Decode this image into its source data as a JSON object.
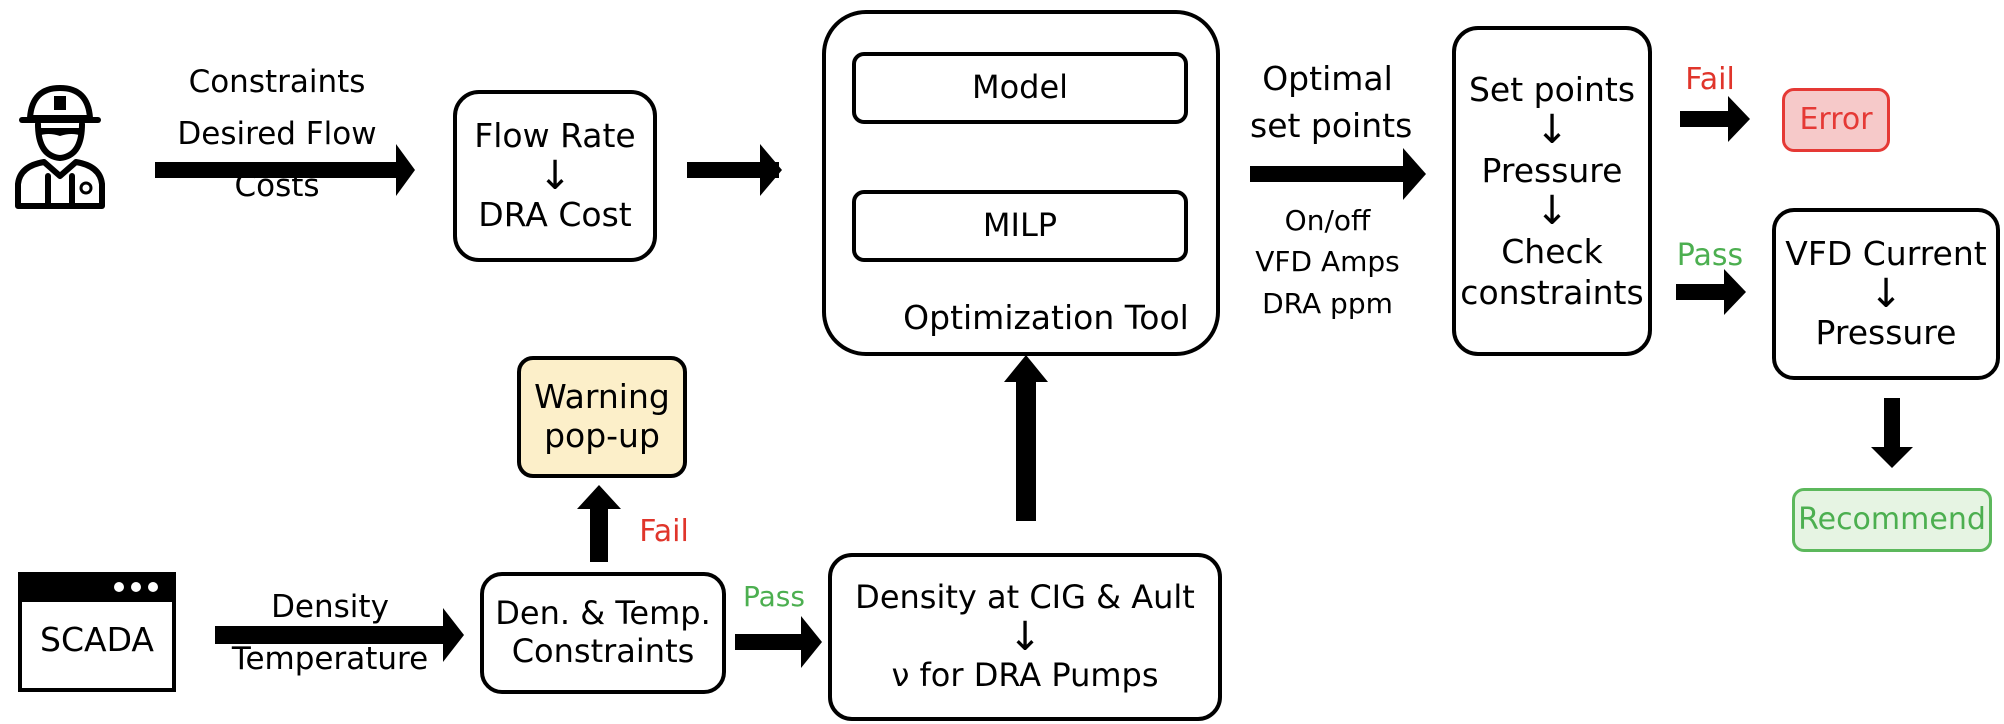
{
  "inputs": {
    "operator_lines": [
      "Constraints",
      "Desired Flow",
      "Costs"
    ],
    "scada_label": "SCADA",
    "scada_lines": [
      "Density",
      "Temperature"
    ]
  },
  "flow_cost_box": {
    "top": "Flow Rate",
    "arrow": "↓",
    "bottom": "DRA Cost"
  },
  "optimization": {
    "model": "Model",
    "milp": "MILP",
    "title": "Optimization Tool"
  },
  "output": {
    "title_lines": [
      "Optimal",
      "set points"
    ],
    "detail_lines": [
      "On/off",
      "VFD Amps",
      "DRA ppm"
    ]
  },
  "check_box": {
    "lines": [
      "Set points",
      "↓",
      "Pressure",
      "↓",
      "Check",
      "constraints"
    ]
  },
  "fail_label": "Fail",
  "pass_label": "Pass",
  "error_label": "Error",
  "vfd_box": {
    "top": "VFD Current",
    "arrow": "↓",
    "bottom": "Pressure"
  },
  "recommend_label": "Recommend",
  "den_box": {
    "top": "Den. & Temp.",
    "bottom": "Constraints"
  },
  "warning_box": {
    "top": "Warning",
    "bottom": "pop-up"
  },
  "density_box": {
    "top": "Density at CIG & Ault",
    "arrow": "↓",
    "bottom": "ν for DRA Pumps"
  },
  "colors": {
    "fail": "#e0352b",
    "pass": "#4caf50",
    "error_fill": "#f6c9c9",
    "recommend_fill": "#e6f4e3",
    "warning_fill": "#fcefc9"
  }
}
